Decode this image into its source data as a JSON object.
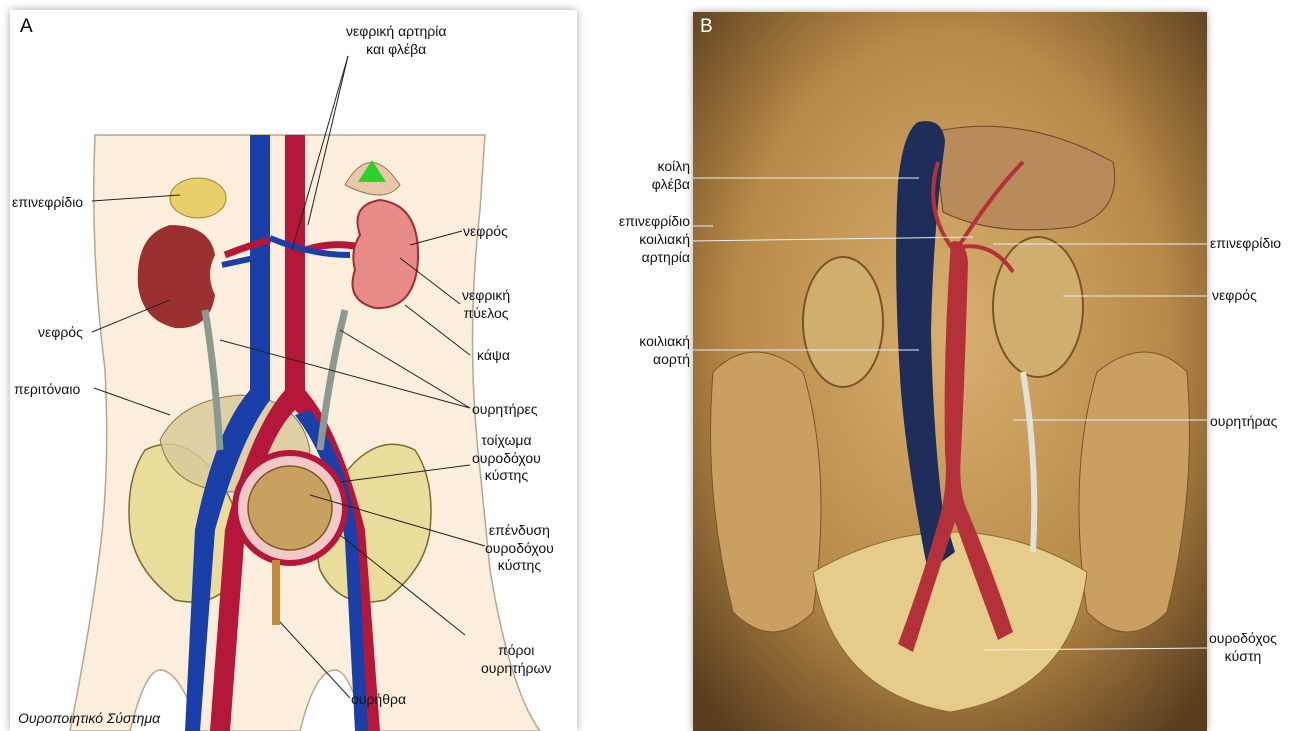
{
  "panel_a": {
    "letter": "A",
    "caption": "Ουροποιητικό Σύστημα",
    "labels": {
      "renal_artery_vein": "νεφρική αρτηρία\nκαι φλέβα",
      "adrenal": "επινεφρίδιο",
      "kidney_right": "νεφρός",
      "kidney_left": "νεφρός",
      "renal_pelvis": "νεφρική\nπύελος",
      "capsule": "κάψα",
      "peritoneum": "περιτόναιο",
      "ureters": "ουρητήρες",
      "bladder_wall": "τοίχωμα\nουροδόχου\nκύστης",
      "bladder_lining": "επένδυση\nουροδόχου\nκύστης",
      "ureter_openings": "πόροι\nουρητήρων",
      "urethra": "ουρήθρα"
    }
  },
  "panel_b": {
    "letter": "B",
    "labels": {
      "vena_cava": "κοίλη\nφλέβα",
      "adrenal_left": "επινεφρίδιο",
      "celiac_artery": "κοιλιακή\nαρτηρία",
      "aorta": "κοιλιακή\nαορτή",
      "adrenal_right": "επινεφρίδιο",
      "kidney": "νεφρός",
      "ureter": "ουρητήρας",
      "bladder": "ουροδόχος\nκύστη"
    }
  },
  "colors": {
    "artery": "#b5173a",
    "vein": "#1b3fa8",
    "kidney": "#9c2f2f",
    "adrenal": "#e8cf6a",
    "skin": "#fbeedd",
    "cadaver_tissue": "#c79a52"
  }
}
